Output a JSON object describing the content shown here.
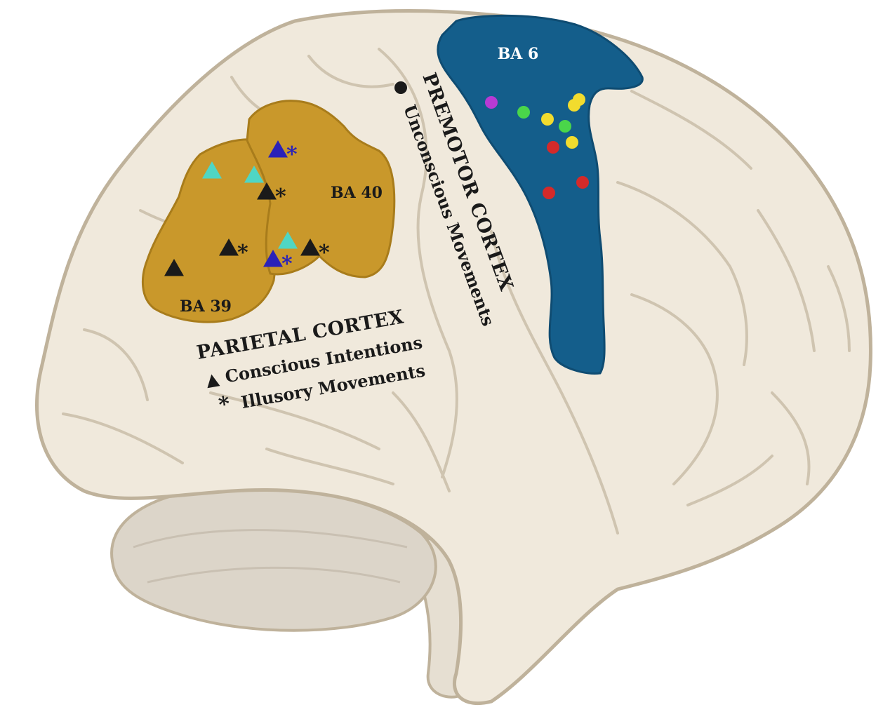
{
  "colors": {
    "background": "#ffffff",
    "brain_fill": "#f0e9dc",
    "brain_stroke": "#bfb29b",
    "gyrus_line": "#cfc4b0",
    "cerebellum_fill": "#dcd5c9",
    "brainstem_fill": "#e6dfd2",
    "parietal_fill": "#c9982b",
    "parietal_stroke": "#a87c1b",
    "premotor_fill": "#145e8b",
    "premotor_stroke": "#0f4c72",
    "text_dark": "#1a1a1a",
    "text_light": "#ffffff",
    "marker_black": "#1a1a1a",
    "marker_cyan": "#4fd6c4",
    "marker_blue": "#2a22b8",
    "marker_red": "#d42a2a",
    "marker_yellow": "#f2dc2e",
    "marker_green": "#4ad64a",
    "marker_magenta": "#b83ad4"
  },
  "regions": {
    "premotor": {
      "label": "BA 6"
    },
    "ba40": {
      "label": "BA 40"
    },
    "ba39": {
      "label": "BA 39"
    }
  },
  "premotor_text": {
    "title": "PREMOTOR CORTEX",
    "subtitle": "Unconscious Movements",
    "bullet": "●"
  },
  "parietal_text": {
    "title": "PARIETAL CORTEX",
    "line1_symbol": "▲",
    "line1_text": "Conscious Intentions",
    "line2_symbol": "*",
    "line2_text": "Illusory Movements"
  },
  "markers": {
    "triangles": [
      {
        "color": "marker_blue",
        "asterisk": true
      },
      {
        "color": "marker_cyan",
        "asterisk": false
      },
      {
        "color": "marker_cyan",
        "asterisk": false
      },
      {
        "color": "marker_black",
        "asterisk": true
      },
      {
        "color": "marker_black",
        "asterisk": true
      },
      {
        "color": "marker_cyan",
        "asterisk": false
      },
      {
        "color": "marker_blue",
        "asterisk": true
      },
      {
        "color": "marker_black",
        "asterisk": true
      },
      {
        "color": "marker_black",
        "asterisk": false
      }
    ],
    "dots": [
      {
        "color": "marker_magenta"
      },
      {
        "color": "marker_green"
      },
      {
        "color": "marker_yellow"
      },
      {
        "color": "marker_yellow"
      },
      {
        "color": "marker_yellow"
      },
      {
        "color": "marker_green"
      },
      {
        "color": "marker_yellow"
      },
      {
        "color": "marker_red"
      },
      {
        "color": "marker_red"
      },
      {
        "color": "marker_red"
      }
    ]
  }
}
